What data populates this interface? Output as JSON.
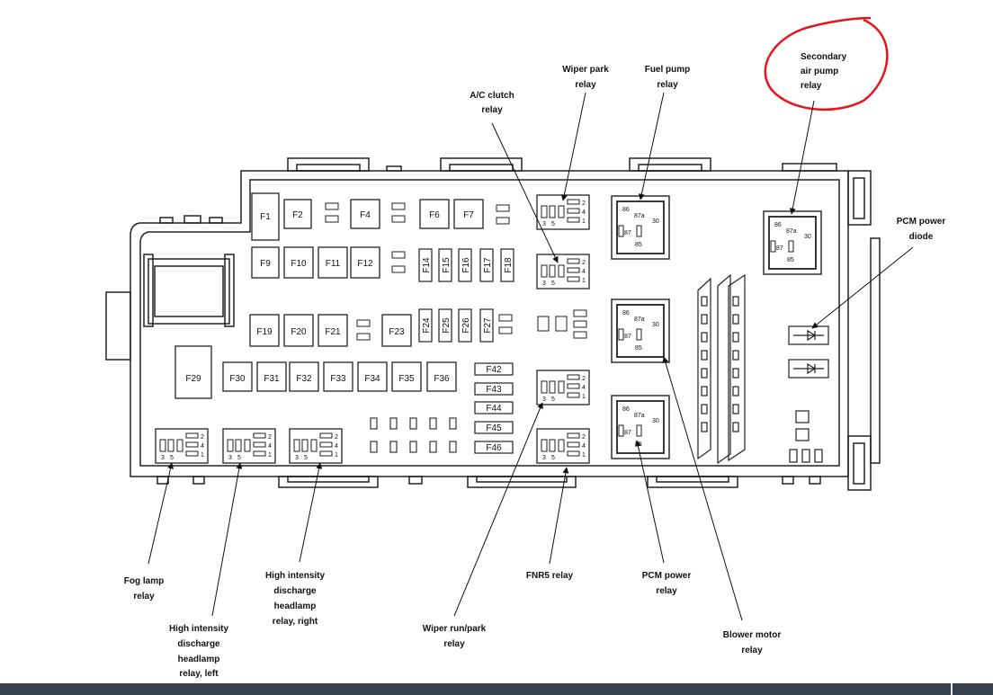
{
  "labels": {
    "wiper_park": [
      "Wiper park",
      "relay"
    ],
    "fuel_pump": [
      "Fuel pump",
      "relay"
    ],
    "ac_clutch": [
      "A/C clutch",
      "relay"
    ],
    "secondary_air": [
      "Secondary",
      "air pump",
      "relay"
    ],
    "pcm_diode": [
      "PCM power",
      "diode"
    ],
    "fog_lamp": [
      "Fog lamp",
      "relay"
    ],
    "hid_right": [
      "High intensity",
      "discharge",
      "headlamp",
      "relay, right"
    ],
    "hid_left": [
      "High intensity",
      "discharge",
      "headlamp",
      "relay, left"
    ],
    "wiper_run": [
      "Wiper run/park",
      "relay"
    ],
    "fnr5": [
      "FNR5 relay"
    ],
    "pcm_relay": [
      "PCM power",
      "relay"
    ],
    "blower": [
      "Blower motor",
      "relay"
    ]
  },
  "fuses": {
    "row1": [
      "F1",
      "F2",
      "F4",
      "F6",
      "F7"
    ],
    "row2": [
      "F9",
      "F10",
      "F11",
      "F12"
    ],
    "vert1": [
      "F14",
      "F15",
      "F16",
      "F17",
      "F18"
    ],
    "row3": [
      "F19",
      "F20",
      "F21",
      "F23"
    ],
    "vert2": [
      "F24",
      "F25",
      "F26",
      "F27"
    ],
    "f29": "F29",
    "row4": [
      "F30",
      "F31",
      "F32",
      "F33",
      "F34",
      "F35",
      "F36"
    ],
    "mini": [
      "F42",
      "F43",
      "F44",
      "F45",
      "F46"
    ]
  },
  "pins": {
    "mini": [
      "3",
      "5",
      "2",
      "4",
      "1"
    ],
    "iso": [
      "86",
      "87a",
      "30",
      "87",
      "85"
    ]
  },
  "colors": {
    "highlight": "#e8141c",
    "bottom_bar": "#36424f"
  }
}
